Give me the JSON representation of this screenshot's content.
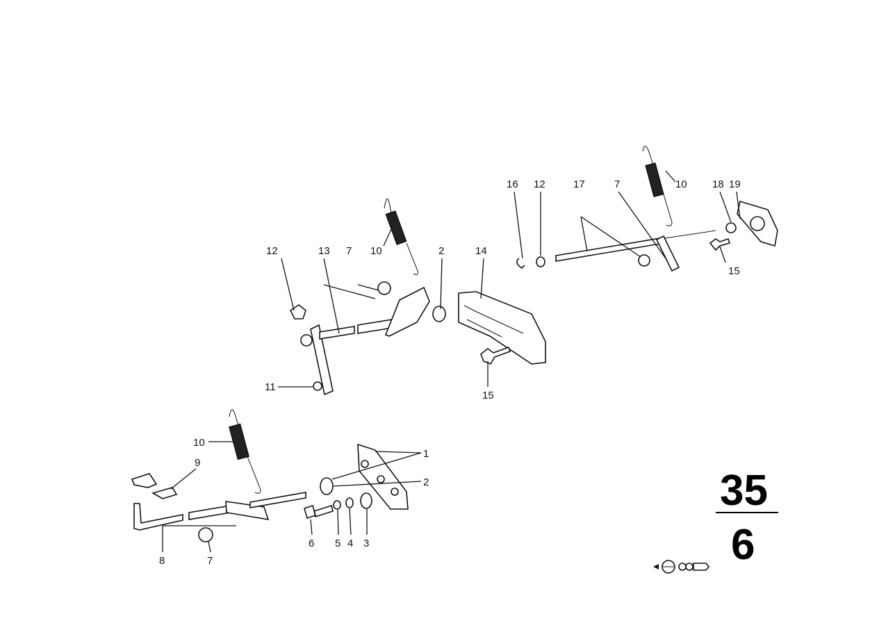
{
  "callouts": [
    {
      "id": "c-12-a",
      "text": "12"
    },
    {
      "id": "c-13",
      "text": "13"
    },
    {
      "id": "c-7-a",
      "text": "7"
    },
    {
      "id": "c-10-a",
      "text": "10"
    },
    {
      "id": "c-2-a",
      "text": "2"
    },
    {
      "id": "c-14",
      "text": "14"
    },
    {
      "id": "c-11",
      "text": "11"
    },
    {
      "id": "c-15-a",
      "text": "15"
    },
    {
      "id": "c-16",
      "text": "16"
    },
    {
      "id": "c-12-b",
      "text": "12"
    },
    {
      "id": "c-17",
      "text": "17"
    },
    {
      "id": "c-7-b",
      "text": "7"
    },
    {
      "id": "c-10-b",
      "text": "10"
    },
    {
      "id": "c-18",
      "text": "18"
    },
    {
      "id": "c-19",
      "text": "19"
    },
    {
      "id": "c-15-b",
      "text": "15"
    },
    {
      "id": "c-10-c",
      "text": "10"
    },
    {
      "id": "c-9",
      "text": "9"
    },
    {
      "id": "c-1",
      "text": "1"
    },
    {
      "id": "c-2-b",
      "text": "2"
    },
    {
      "id": "c-8",
      "text": "8"
    },
    {
      "id": "c-7-c",
      "text": "7"
    },
    {
      "id": "c-6",
      "text": "6"
    },
    {
      "id": "c-5",
      "text": "5"
    },
    {
      "id": "c-4",
      "text": "4"
    },
    {
      "id": "c-3",
      "text": "3"
    }
  ],
  "group": {
    "top": "35",
    "bottom": "6"
  }
}
